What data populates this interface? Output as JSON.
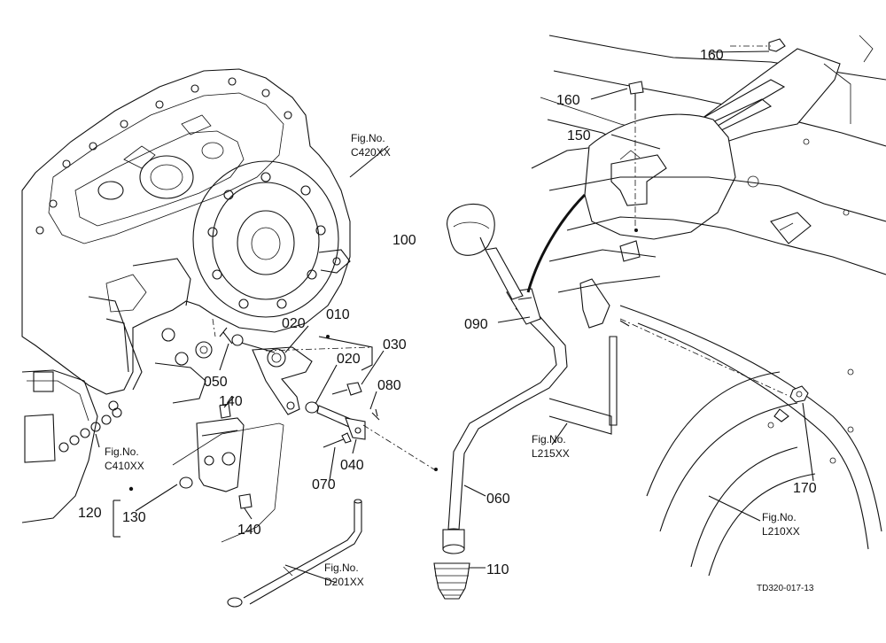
{
  "part_labels": {
    "p160a": "160",
    "p160b": "160",
    "p150": "150",
    "p100": "100",
    "p090": "090",
    "p020a": "020",
    "p010": "010",
    "p030": "030",
    "p020b": "020",
    "p080": "080",
    "p050": "050",
    "p140a": "140",
    "p040": "040",
    "p070": "070",
    "p060": "060",
    "p120": "120",
    "p130": "130",
    "p140b": "140",
    "p110": "110",
    "p170": "170"
  },
  "figure_refs": {
    "c420": {
      "line1": "Fig.No.",
      "line2": "C420XX"
    },
    "c410": {
      "line1": "Fig.No.",
      "line2": "C410XX"
    },
    "l215": {
      "line1": "Fig.No.",
      "line2": "L215XX"
    },
    "l210": {
      "line1": "Fig.No.",
      "line2": "L210XX"
    },
    "d201": {
      "line1": "Fig.No.",
      "line2": "D201XX"
    }
  },
  "drawing_id": "TD320-017-13"
}
